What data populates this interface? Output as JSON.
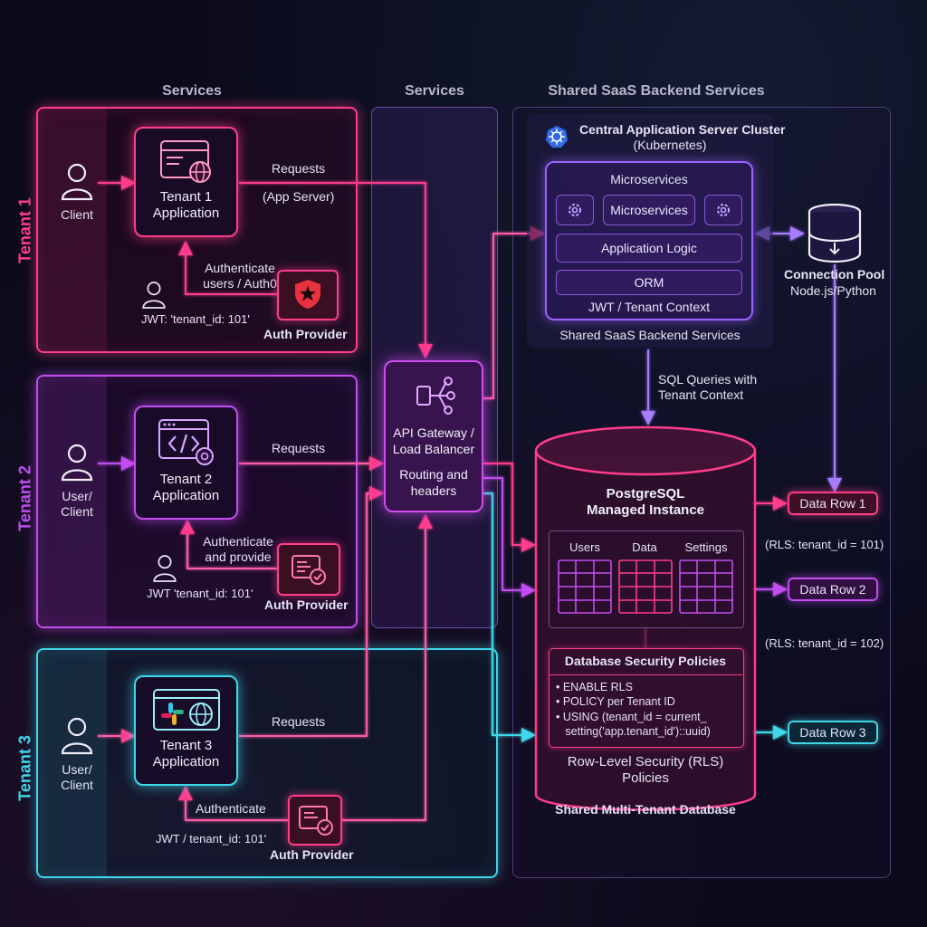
{
  "headers": {
    "services_left": "Services",
    "services_mid": "Services",
    "backend": "Shared SaaS Backend Services"
  },
  "tenants": [
    {
      "label": "Tenant 1",
      "client": "Client",
      "app": "Tenant 1\nApplication",
      "requests": "Requests",
      "requests_note": "(App Server)",
      "auth_text": "Authenticate\nusers / Auth0",
      "jwt": "JWT: 'tenant_id: 101'",
      "auth_provider": "Auth Provider"
    },
    {
      "label": "Tenant 2",
      "client": "User/\nClient",
      "app": "Tenant 2\nApplication",
      "requests": "Requests",
      "auth_text": "Authenticate\nand provide",
      "jwt": "JWT 'tenant_id: 101'",
      "auth_provider": "Auth Provider"
    },
    {
      "label": "Tenant 3",
      "client": "User/\nClient",
      "app": "Tenant 3\nApplication",
      "requests": "Requests",
      "auth_text": "Authenticate",
      "jwt": "JWT / tenant_id: 101'",
      "auth_provider": "Auth Provider"
    }
  ],
  "gateway": {
    "title": "API Gateway /\nLoad Balancer",
    "sub": "Routing and\nheaders"
  },
  "cluster": {
    "title": "Central Application Server Cluster",
    "subtitle": "(Kubernetes)",
    "microservices_header": "Microservices",
    "microservices_inner": "Microservices",
    "app_logic": "Application Logic",
    "orm": "ORM",
    "jwt_context": "JWT / Tenant Context",
    "footer": "Shared SaaS Backend Services"
  },
  "pool": {
    "title": "Connection Pool",
    "sub": "Node.js/Python"
  },
  "sql_label": "SQL Queries with\nTenant Context",
  "database": {
    "title": "PostgreSQL\nManaged Instance",
    "tables": [
      "Users",
      "Data",
      "Settings"
    ],
    "policies_title": "Database Security Policies",
    "policies": [
      "• ENABLE RLS",
      "• POLICY per Tenant ID",
      "• USING (tenant_id = current_\n   setting('app.tenant_id')::uuid)"
    ],
    "rls": "Row-Level Security (RLS)\nPolicies",
    "footer": "Shared Multi-Tenant Database"
  },
  "rows": [
    {
      "label": "Data Row 1",
      "note": "(RLS: tenant_id = 101)"
    },
    {
      "label": "Data Row 2",
      "note": "(RLS: tenant_id = 102)"
    },
    {
      "label": "Data Row 3"
    }
  ],
  "colors": {
    "pink": "#ff3d8b",
    "purple": "#c24df0",
    "cyan": "#3fd7e8",
    "violet": "#8a5ad8"
  }
}
